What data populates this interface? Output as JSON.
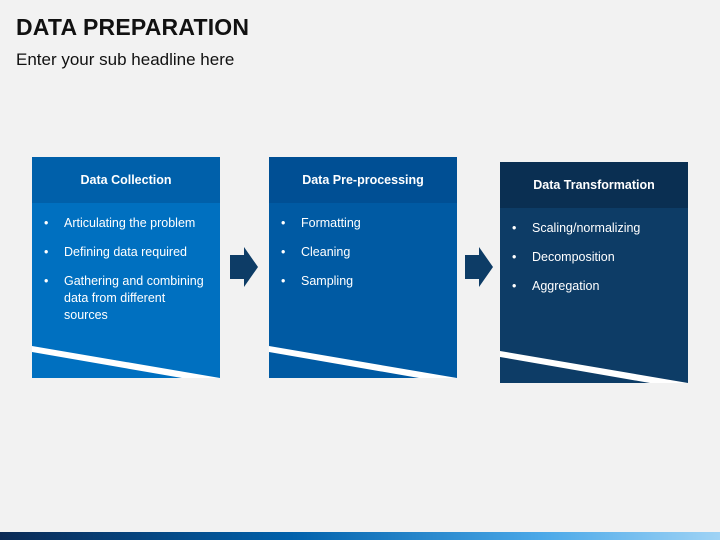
{
  "header": {
    "title": "DATA PREPARATION",
    "subtitle": "Enter your sub headline here"
  },
  "cards": [
    {
      "title": "Data Collection",
      "items": [
        "Articulating the problem",
        "Defining data required",
        "Gathering and combining data from different sources"
      ]
    },
    {
      "title": "Data Pre-processing",
      "items": [
        "Formatting",
        "Cleaning",
        "Sampling"
      ]
    },
    {
      "title": "Data Transformation",
      "items": [
        "Scaling/normalizing",
        "Decomposition",
        "Aggregation"
      ]
    }
  ],
  "colors": {
    "background": "#f2f2f2",
    "card1": "#0070c0",
    "card2": "#005aa3",
    "card3": "#0d3c66",
    "arrow": "#0d3c66"
  },
  "icons": [
    "chevron-right-arrow-icon",
    "chevron-right-arrow-icon"
  ]
}
